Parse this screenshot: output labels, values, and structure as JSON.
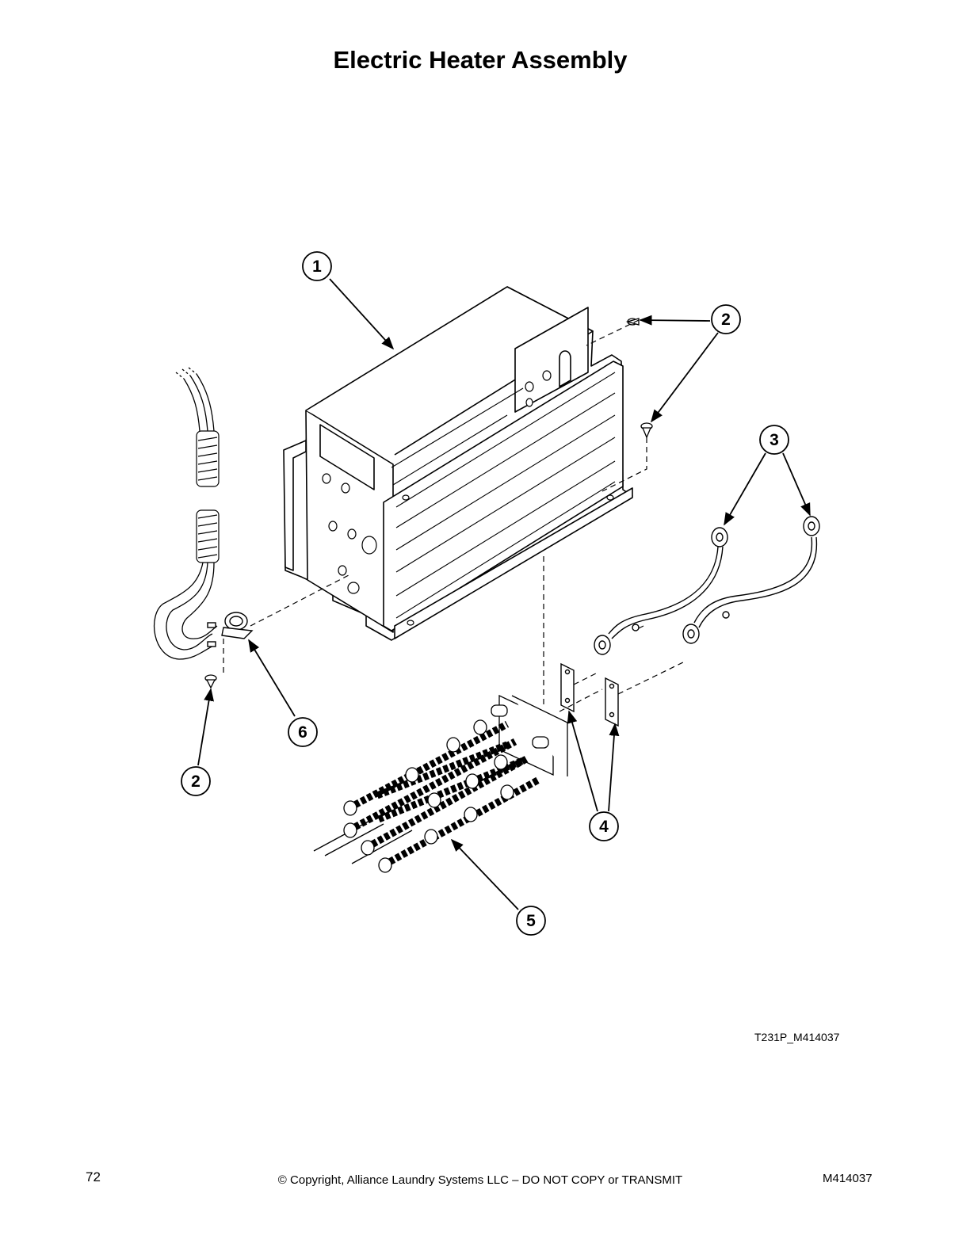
{
  "page": {
    "title": "Electric Heater Assembly",
    "figure_id": "T231P_M414037",
    "page_number": "72",
    "copyright": "© Copyright, Alliance Laundry Systems LLC – DO NOT COPY or TRANSMIT",
    "doc_number": "M414037"
  },
  "callouts": [
    {
      "label": "1"
    },
    {
      "label": "2"
    },
    {
      "label": "3"
    },
    {
      "label": "2"
    },
    {
      "label": "6"
    },
    {
      "label": "4"
    },
    {
      "label": "5"
    }
  ]
}
